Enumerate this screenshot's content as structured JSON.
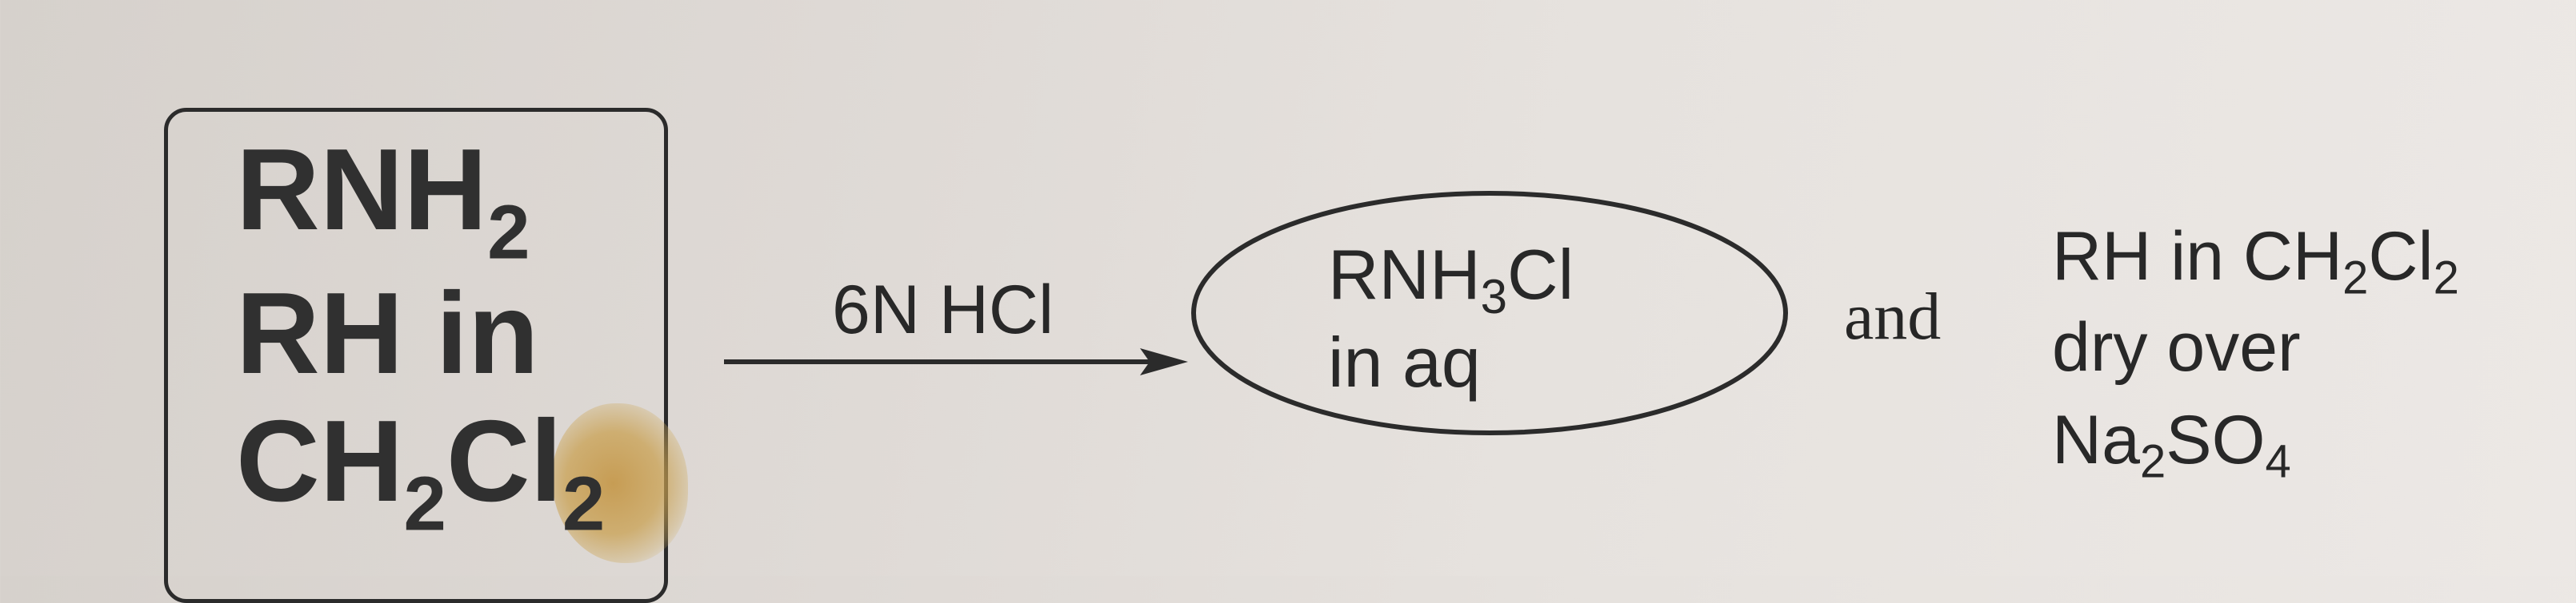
{
  "reactant_box": {
    "line1": {
      "main": "RNH",
      "sub": "2"
    },
    "line2": "RH in",
    "line3": {
      "a": "CH",
      "a_sub": "2",
      "b": "Cl",
      "b_sub": "2"
    }
  },
  "reagent": "6N HCl",
  "product_aqueous": {
    "line1": {
      "a": "RNH",
      "a_sub": "3",
      "b": "Cl"
    },
    "line2": "in aq"
  },
  "connector": "and",
  "product_organic": {
    "line1": {
      "a": "RH in CH",
      "a_sub": "2",
      "b": "Cl",
      "b_sub": "2"
    },
    "line2": "dry over",
    "line3": {
      "a": "Na",
      "a_sub": "2",
      "b": "SO",
      "b_sub": "4"
    }
  },
  "colors": {
    "ink": "#262626",
    "stain": "#c8a050",
    "paper": "#e2ddd9"
  }
}
